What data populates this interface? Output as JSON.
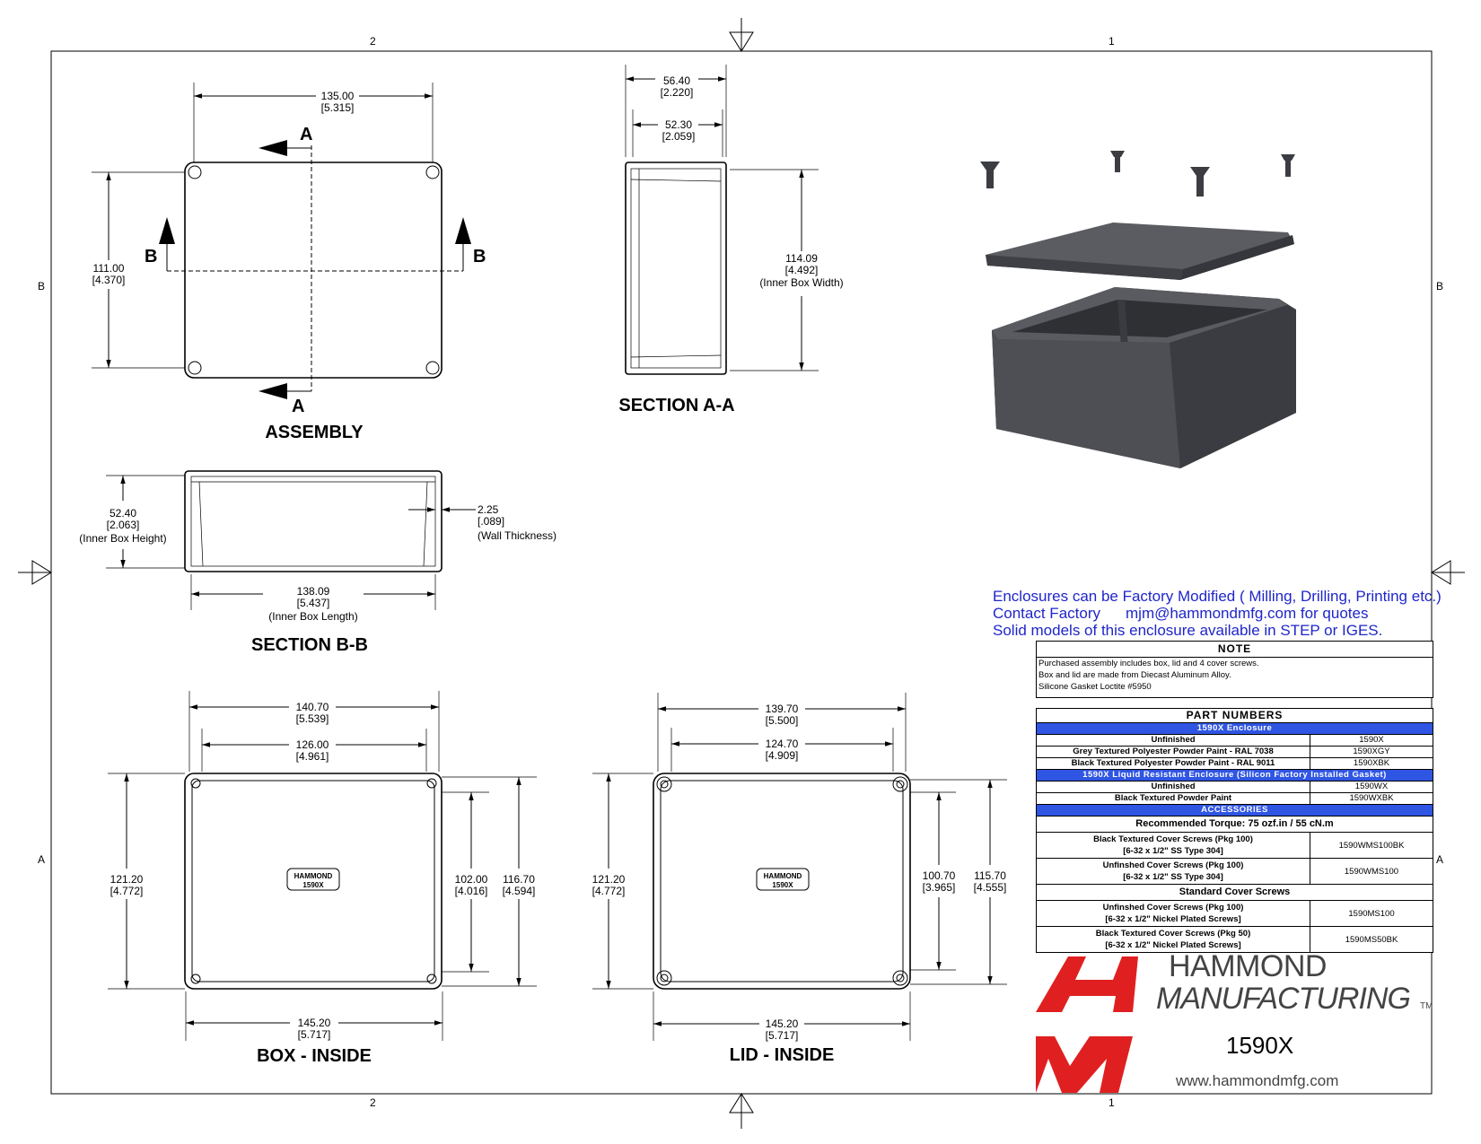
{
  "border": {
    "zones_top": [
      "2",
      "1"
    ],
    "zones_side": [
      "B",
      "A"
    ]
  },
  "views": {
    "assembly": {
      "title": "ASSEMBLY",
      "width": "135.00",
      "width_in": "[5.315]",
      "height": "111.00",
      "height_in": "[4.370]",
      "section_a": "A",
      "section_b": "B"
    },
    "section_aa": {
      "title": "SECTION A-A",
      "outer": "56.40",
      "outer_in": "[2.220]",
      "inner": "52.30",
      "inner_in": "[2.059]",
      "width": "114.09",
      "width_in": "[4.492]",
      "width_note": "(Inner Box Width)"
    },
    "section_bb": {
      "title": "SECTION B-B",
      "height": "52.40",
      "height_in": "[2.063]",
      "height_note": "(Inner Box Height)",
      "wall": "2.25",
      "wall_in": "[.089]",
      "wall_note": "(Wall Thickness)",
      "length": "138.09",
      "length_in": "[5.437]",
      "length_note": "(Inner Box Length)"
    },
    "box_inside": {
      "title": "BOX - INSIDE",
      "w1": "140.70",
      "w1_in": "[5.539]",
      "w2": "126.00",
      "w2_in": "[4.961]",
      "h_left": "121.20",
      "h_left_in": "[4.772]",
      "h_in": "102.00",
      "h_in_in": "[4.016]",
      "h_out": "116.70",
      "h_out_in": "[4.594]",
      "bottom": "145.20",
      "bottom_in": "[5.717]",
      "label1": "HAMMOND",
      "label2": "1590X"
    },
    "lid_inside": {
      "title": "LID - INSIDE",
      "w1": "139.70",
      "w1_in": "[5.500]",
      "w2": "124.70",
      "w2_in": "[4.909]",
      "h_left": "121.20",
      "h_left_in": "[4.772]",
      "h_in": "100.70",
      "h_in_in": "[3.965]",
      "h_out": "115.70",
      "h_out_in": "[4.555]",
      "bottom": "145.20",
      "bottom_in": "[5.717]",
      "label1": "HAMMOND",
      "label2": "1590X"
    }
  },
  "info": {
    "line1": "Enclosures can be Factory Modified ( Milling, Drilling, Printing etc.)",
    "line2a": "Contact Factory",
    "line2b": "mjm@hammondmfg.com for quotes",
    "line3": "Solid models of this enclosure available in STEP or IGES."
  },
  "note": {
    "heading": "NOTE",
    "lines": [
      "Purchased assembly includes box, lid and 4 cover screws.",
      "Box and lid are made from Diecast Aluminum Alloy.",
      "Silicone Gasket Loctite #5950"
    ]
  },
  "part_numbers": {
    "heading": "PART NUMBERS",
    "enclosure_header": "1590X Enclosure",
    "enclosure": [
      {
        "desc": "Unfinished",
        "pn": "1590X"
      },
      {
        "desc": "Grey Textured Polyester Powder Paint - RAL 7038",
        "pn": "1590XGY"
      },
      {
        "desc": "Black Textured Polyester Powder Paint - RAL 9011",
        "pn": "1590XBK"
      }
    ],
    "liquid_header": "1590X Liquid Resistant Enclosure (Silicon Factory Installed Gasket)",
    "liquid": [
      {
        "desc": "Unfinished",
        "pn": "1590WX"
      },
      {
        "desc": "Black Textured Powder Paint",
        "pn": "1590WXBK"
      }
    ],
    "accessories_header": "ACCESSORIES",
    "torque": "Recommended Torque: 75 ozf.in / 55 cN.m",
    "ss_screws": [
      {
        "desc1": "Black Textured Cover Screws (Pkg 100)",
        "desc2": "[6-32 x 1/2\" SS Type 304]",
        "pn": "1590WMS100BK"
      },
      {
        "desc1": "Unfinshed Cover Screws (Pkg 100)",
        "desc2": "[6-32 x 1/2\" SS Type 304]",
        "pn": "1590WMS100"
      }
    ],
    "standard_header": "Standard Cover Screws",
    "std_screws": [
      {
        "desc1": "Unfinshed Cover Screws (Pkg 100)",
        "desc2": "[6-32 x 1/2\" Nickel Plated Screws]",
        "pn": "1590MS100"
      },
      {
        "desc1": "Black Textured Cover Screws (Pkg 50)",
        "desc2": "[6-32 x 1/2\" Nickel Plated Screws]",
        "pn": "1590MS50BK"
      }
    ]
  },
  "brand": {
    "name1": "HAMMOND",
    "name2": "MANUFACTURING",
    "tm": "TM",
    "model": "1590X",
    "website": "www.hammondmfg.com",
    "logo_color": "#e02020"
  }
}
